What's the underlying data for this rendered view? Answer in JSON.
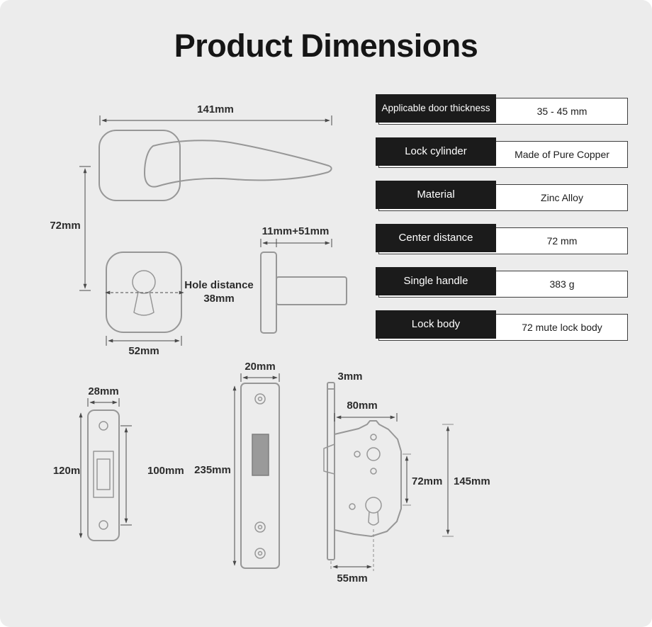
{
  "page": {
    "title": "Product Dimensions"
  },
  "specs": {
    "rows": [
      {
        "label": "Applicable door thickness",
        "value": "35 - 45 mm"
      },
      {
        "label": "Lock cylinder",
        "value": "Made of Pure Copper"
      },
      {
        "label": "Material",
        "value": "Zinc Alloy"
      },
      {
        "label": "Center distance",
        "value": "72 mm"
      },
      {
        "label": "Single handle",
        "value": "383 g"
      },
      {
        "label": "Lock body",
        "value": "72 mute lock body"
      }
    ]
  },
  "dims": {
    "handle_width": "141mm",
    "center_distance": "72mm",
    "escutcheon_width": "52mm",
    "hole_distance_line1": "Hole distance",
    "hole_distance_line2": "38mm",
    "latch_length": "11mm+51mm",
    "strike_width": "28mm",
    "strike_height": "120m",
    "strike_hole_spacing": "100mm",
    "faceplate_width": "20mm",
    "faceplate_height": "235mm",
    "faceplate_thickness": "3mm",
    "body_depth": "80mm",
    "body_center_distance": "72mm",
    "body_height": "145mm",
    "backset": "55mm"
  },
  "colors": {
    "background": "#ececec",
    "table_label_bg": "#1b1b1b",
    "table_label_text": "#ffffff",
    "table_value_border": "#3d3d3d",
    "drawing_stroke": "#979797",
    "dim_stroke": "#4a4a4a",
    "dim_text": "#2c2c2c"
  }
}
